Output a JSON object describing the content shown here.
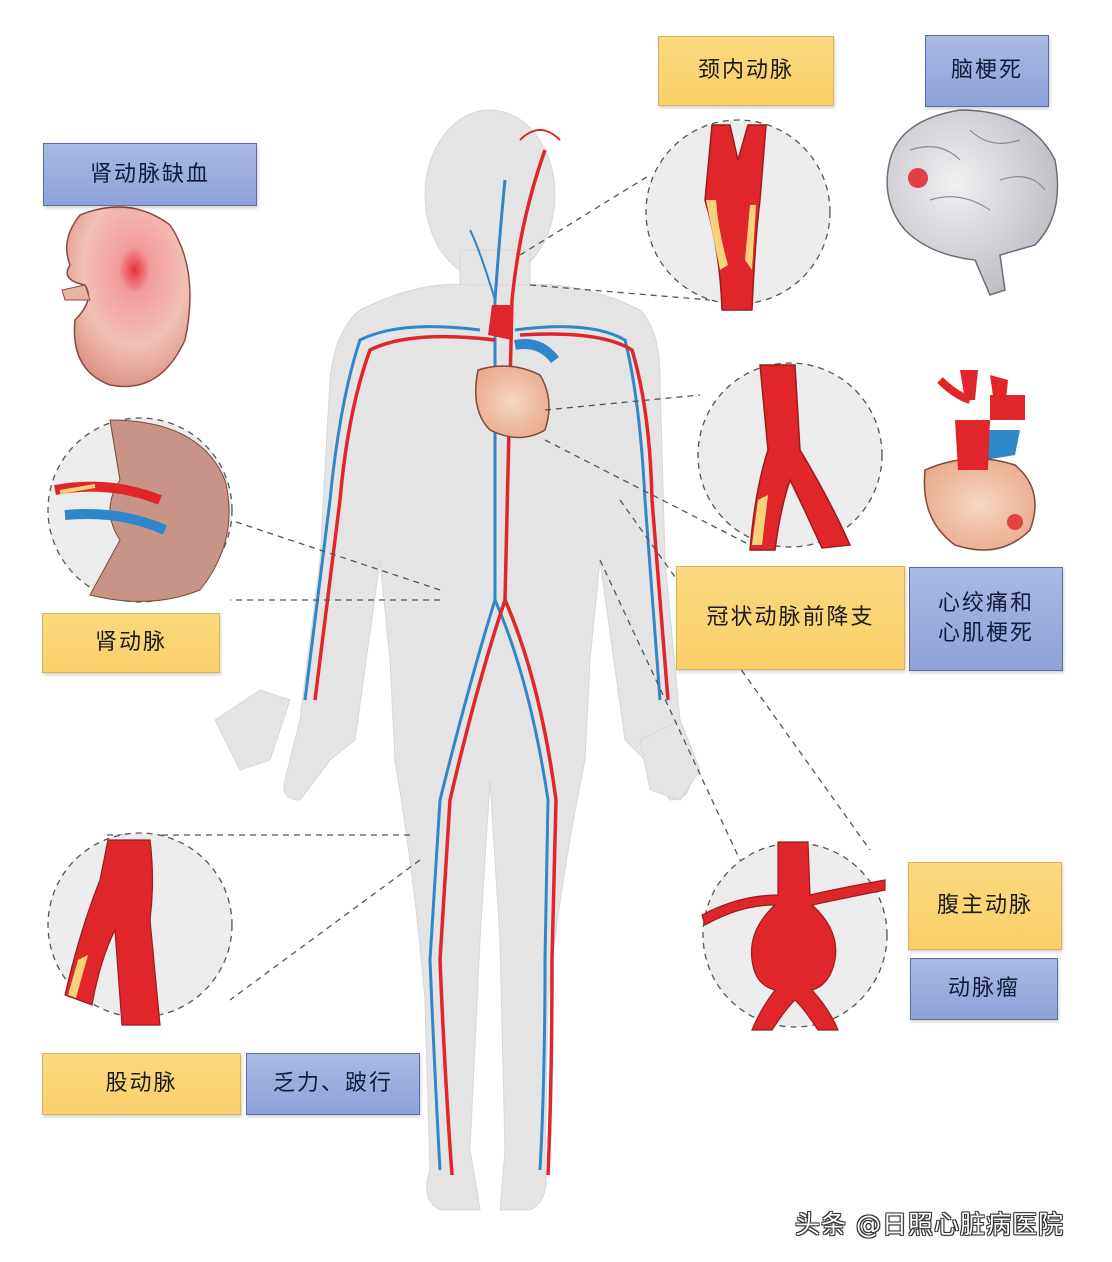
{
  "labels": {
    "carotid_artery": "颈内动脉",
    "cerebral_infarction": "脑梗死",
    "renal_ischemia": "肾动脉缺血",
    "renal_artery": "肾动脉",
    "lad_artery": "冠状动脉前降支",
    "angina_mi_line1": "心绞痛和",
    "angina_mi_line2": "心肌梗死",
    "abdominal_aorta": "腹主动脉",
    "aneurysm": "动脉瘤",
    "femoral_artery": "股动脉",
    "fatigue_claudication": "乏力、跛行"
  },
  "watermark": "头条 @日照心脏病医院",
  "colors": {
    "artery_red": "#e0262b",
    "vein_blue": "#2f86c8",
    "plaque_yellow": "#f7d27a",
    "label_yellow": "#f9d274",
    "label_blue": "#95a8dc",
    "body_gray": "#e4e4e4",
    "detail_circle": "#ececec"
  }
}
